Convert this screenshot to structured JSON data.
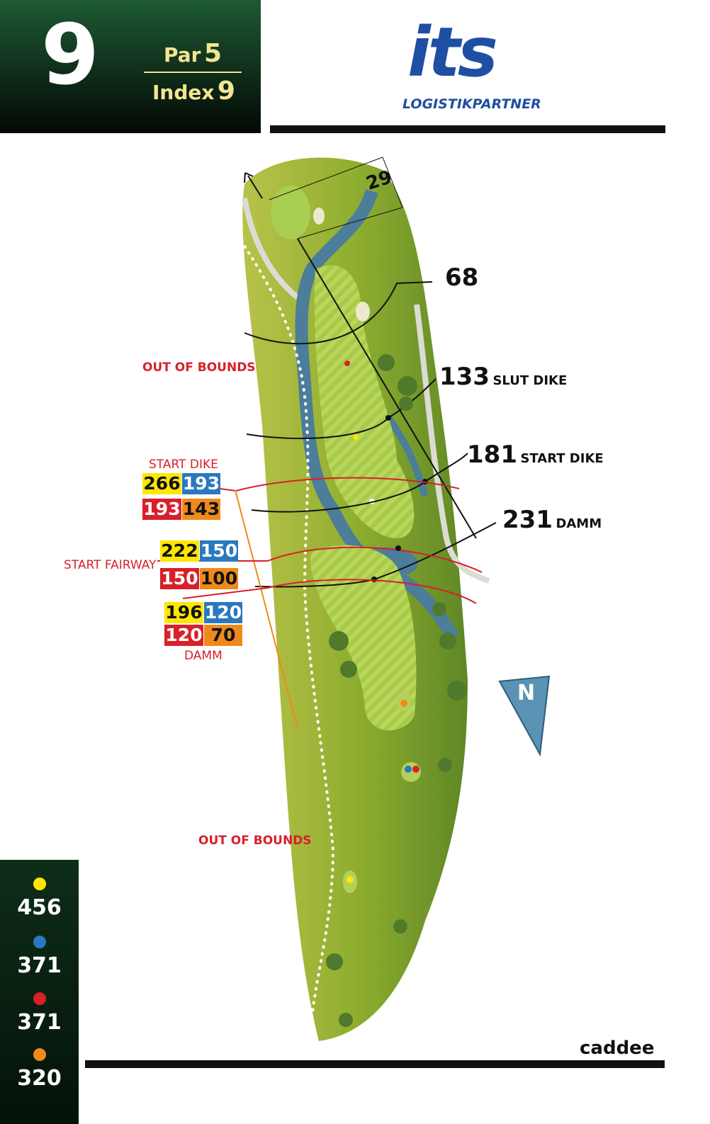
{
  "header": {
    "hole_number": "9",
    "par_label": "Par",
    "par_value": "5",
    "index_label": "Index",
    "index_value": "9"
  },
  "sponsor": {
    "logo_text": "its",
    "logo_subtitle": "LOGISTIKPARTNER"
  },
  "distances": {
    "green_depth": "29",
    "d1": {
      "value": "68",
      "label": ""
    },
    "d2": {
      "value": "133",
      "label": "SLUT DIKE"
    },
    "d3": {
      "value": "181",
      "label": "START DIKE"
    },
    "d4": {
      "value": "231",
      "label": "DAMM"
    }
  },
  "out_of_bounds_top": "OUT OF BOUNDS",
  "out_of_bounds_bottom": "OUT OF BOUNDS",
  "hazards": {
    "start_dike": {
      "label": "START DIKE",
      "yellow": "266",
      "blue": "193",
      "red": "193",
      "orange": "143"
    },
    "start_fairway": {
      "label": "START FAIRWAY",
      "yellow": "222",
      "blue": "150",
      "red": "150",
      "orange": "100"
    },
    "damm": {
      "label": "DAMM",
      "yellow": "196",
      "blue": "120",
      "red": "120",
      "orange": "70"
    }
  },
  "compass": {
    "label": "N"
  },
  "tees": [
    {
      "color": "#ffe600",
      "length": "456"
    },
    {
      "color": "#2a78c0",
      "length": "371"
    },
    {
      "color": "#d8202a",
      "length": "371"
    },
    {
      "color": "#ef8a1a",
      "length": "320"
    }
  ],
  "brand": "caddee",
  "colors": {
    "header_green": "#0f2d1a",
    "logo_blue": "#1f4fa3",
    "hazard_red": "#d8202a"
  }
}
